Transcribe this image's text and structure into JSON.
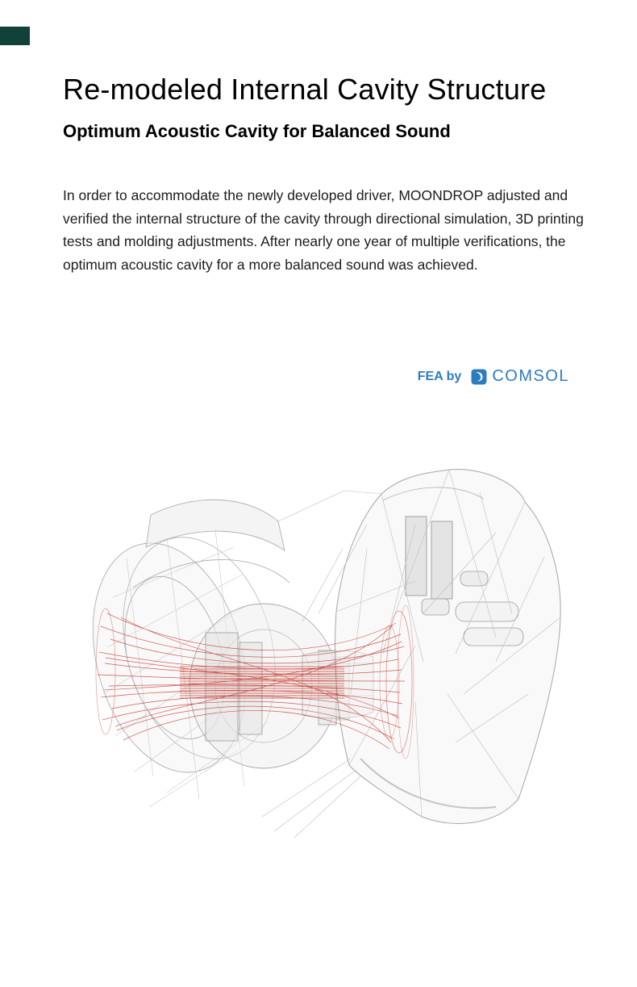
{
  "theme": {
    "accent_blue": "#2e7cc0",
    "ray_red": "#c62b1e",
    "corner_tab_color": "#11423a",
    "text_color": "#1a1a1a"
  },
  "header": {
    "title": "Re-modeled Internal Cavity Structure",
    "subtitle": "Optimum Acoustic Cavity for Balanced Sound"
  },
  "body": {
    "paragraph": "In order to accommodate the newly developed driver, MOONDROP adjusted and verified the internal structure of the cavity through directional simulation, 3D printing tests and molding adjustments. After nearly one year of multiple verifications, the optimum acoustic cavity for a more balanced sound was achieved."
  },
  "fea_credit": {
    "prefix": "FEA by",
    "brand": "COMSOL"
  }
}
